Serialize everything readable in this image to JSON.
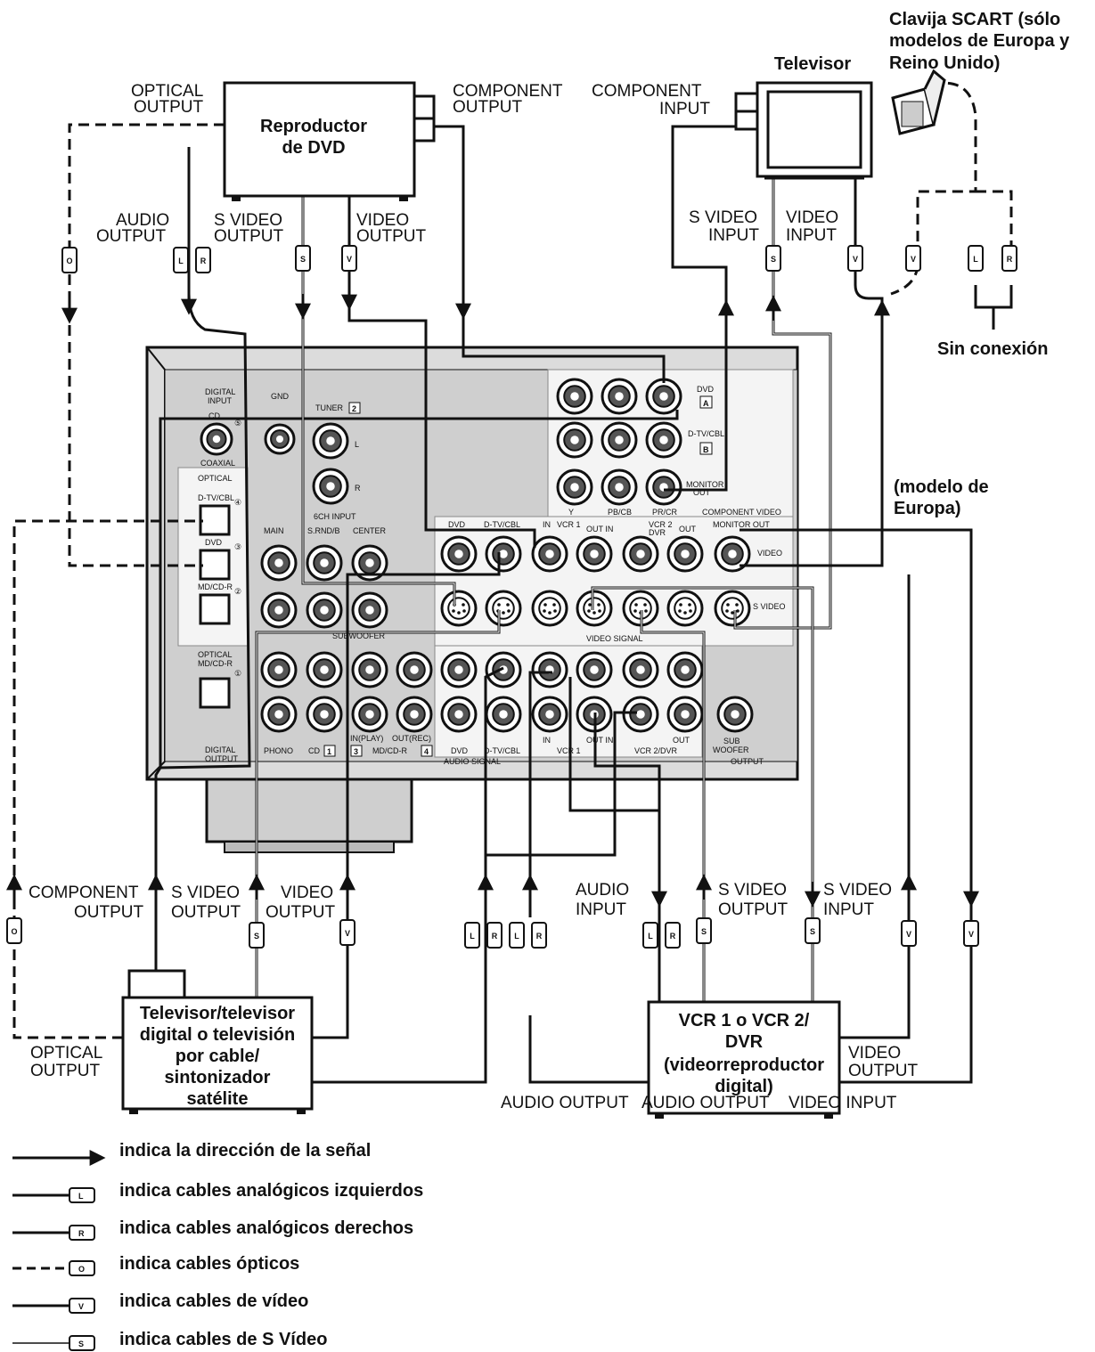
{
  "devices": {
    "dvd": {
      "line1": "Reproductor",
      "line2": "de DVD"
    },
    "tv": {
      "title": "Televisor"
    },
    "scart": {
      "line1": "Clavija SCART (sólo",
      "line2": "modelos de Europa y",
      "line3": "Reino Unido)"
    },
    "no_connection": "Sin conexión",
    "europe_model": {
      "line1": "(modelo de",
      "line2": "Europa)"
    },
    "sat": {
      "lines": [
        "Televisor/televisor",
        "digital o televisión",
        "por cable/",
        "sintonizador",
        "satélite"
      ]
    },
    "vcr": {
      "lines": [
        "VCR 1 o VCR 2/",
        "DVR",
        "(videorreproductor",
        "digital)"
      ]
    }
  },
  "labels": {
    "optical_output": [
      "OPTICAL",
      "OUTPUT"
    ],
    "component_output": [
      "COMPONENT",
      "OUTPUT"
    ],
    "component_input": [
      "COMPONENT",
      "INPUT"
    ],
    "audio_output": [
      "AUDIO",
      "OUTPUT"
    ],
    "s_video_output": [
      "S VIDEO",
      "OUTPUT"
    ],
    "video_output": [
      "VIDEO",
      "OUTPUT"
    ],
    "s_video_input": [
      "S VIDEO",
      "INPUT"
    ],
    "video_input": [
      "VIDEO",
      "INPUT"
    ],
    "audio_input": [
      "AUDIO",
      "INPUT"
    ],
    "audio_output_bottom": "AUDIO OUTPUT",
    "audio_output_bottom2": "AUDIO OUTPUT",
    "video_input_bottom": "VIDEO INPUT"
  },
  "plug_letters": {
    "left": "L",
    "right": "R",
    "optical": "O",
    "s_video": "S",
    "video": "V"
  },
  "panel": {
    "digital_input": [
      "DIGITAL",
      "INPUT"
    ],
    "cd": "CD",
    "coaxial": "COAXIAL",
    "gnd": "GND",
    "tuner": "TUNER",
    "tuner_num": "2",
    "optical": "OPTICAL",
    "dtv_cbl": "D-TV/CBL",
    "dvd": "DVD",
    "md_cdr": "MD/CD-R",
    "optical_md": [
      "OPTICAL",
      "MD/CD-R"
    ],
    "digital_output": [
      "DIGITAL",
      "OUTPUT"
    ],
    "ch_input": "6CH INPUT",
    "main": "MAIN",
    "surround": "S.RND/B",
    "center": "CENTER",
    "subwoofer": "SUBWOOFER",
    "dvd_a": "DVD",
    "box_a": "A",
    "dtv_b": "D-TV/CBL",
    "box_b": "B",
    "monitor_out": [
      "MONITOR",
      "OUT"
    ],
    "component_video": "COMPONENT VIDEO",
    "monitor_out2": "MONITOR OUT",
    "comp_y": "Y",
    "comp_pb": "PB/CB",
    "comp_pr": "PR/CR",
    "video": "VIDEO",
    "s_video": "S VIDEO",
    "video_signal": "VIDEO SIGNAL",
    "in": "IN",
    "vcr1": "VCR 1",
    "out_in": "OUT IN",
    "vcr2": [
      "VCR 2",
      "DVR"
    ],
    "out": "OUT",
    "phono": "PHONO",
    "cd2": "CD",
    "n1": "1",
    "in_play": "IN(PLAY)",
    "out_rec": "OUT(REC)",
    "n3": "3",
    "mdcdr2": "MD/CD-R",
    "n4": "4",
    "dvd2": "DVD",
    "dtvcbl2": "D-TV/CBL",
    "audio_signal": "AUDIO SIGNAL",
    "in2": "IN",
    "out_in2": "OUT IN",
    "vcr1b": "VCR 1",
    "out2": "OUT",
    "vcr2dvr": "VCR 2/DVR",
    "sub_woofer_output": [
      "SUB",
      "WOOFER",
      "OUTPUT"
    ],
    "c1": "①",
    "c2": "②",
    "c3": "③",
    "c4": "④",
    "c5": "⑤",
    "l": "L",
    "r": "R"
  },
  "legend": [
    {
      "icon": "signal-arrow-icon",
      "text": "indica la dirección de la señal"
    },
    {
      "icon": "left-analog-plug-icon",
      "text": "indica cables analógicos izquierdos"
    },
    {
      "icon": "right-analog-plug-icon",
      "text": "indica cables analógicos derechos"
    },
    {
      "icon": "optical-plug-icon",
      "text": "indica cables ópticos"
    },
    {
      "icon": "video-plug-icon",
      "text": "indica cables de vídeo"
    },
    {
      "icon": "s-video-plug-icon",
      "text": "indica cables de S Vídeo"
    }
  ]
}
